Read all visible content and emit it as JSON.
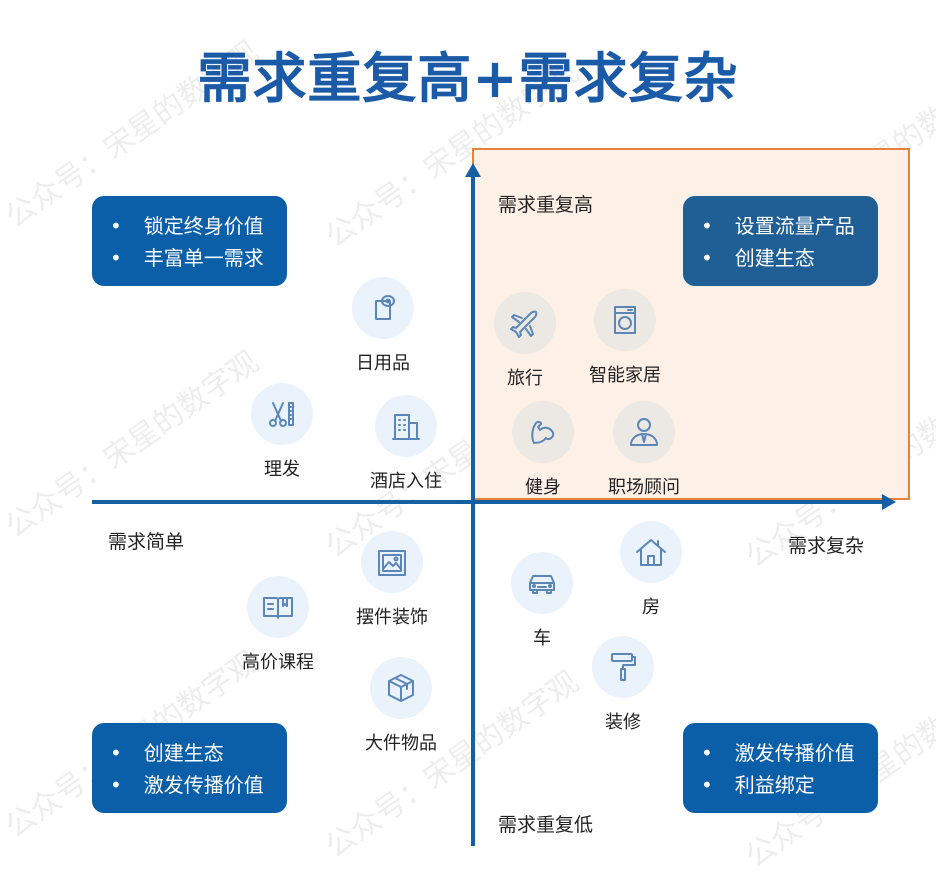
{
  "title": "需求重复高+需求复杂",
  "watermark": "公众号：宋星的数字观",
  "axes": {
    "top": "需求重复高",
    "bottom": "需求重复低",
    "left": "需求简单",
    "right": "需求复杂"
  },
  "boxes": {
    "top_left": [
      "锁定终身价值",
      "丰富单一需求"
    ],
    "top_right": [
      "设置流量产品",
      "创建生态"
    ],
    "bottom_left": [
      "创建生态",
      "激发传播价值"
    ],
    "bottom_right": [
      "激发传播价值",
      "利益绑定"
    ]
  },
  "items": {
    "daily": "日用品",
    "haircut": "理发",
    "hotel": "酒店入住",
    "travel": "旅行",
    "smarthome": "智能家居",
    "fitness": "健身",
    "career": "职场顾问",
    "decor": "摆件装饰",
    "course": "高价课程",
    "bulky": "大件物品",
    "car": "车",
    "house": "房",
    "renovation": "装修"
  },
  "colors": {
    "accent": "#1a5aa6",
    "box": "#0b5ea8",
    "highlight_border": "#e8823a",
    "highlight_fill": "#fdf0e6"
  }
}
